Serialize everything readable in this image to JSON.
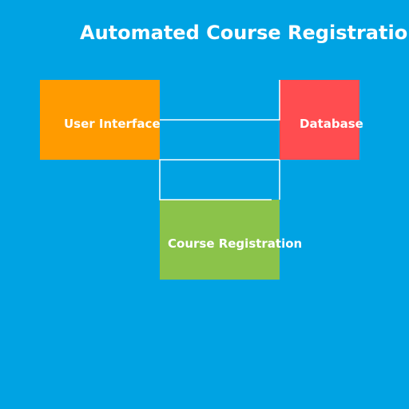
{
  "title": "Automated Course Registration",
  "colors": {
    "background": "#00a3e3",
    "user_interface": "#ff9b00",
    "database": "#ff4d50",
    "course_registration": "#8bc34a",
    "connector": "#ffffff",
    "text": "#ffffff"
  },
  "nodes": {
    "user_interface": {
      "label": "User Interface"
    },
    "database": {
      "label": "Database"
    },
    "course_registration": {
      "label": "Course Registration"
    }
  }
}
